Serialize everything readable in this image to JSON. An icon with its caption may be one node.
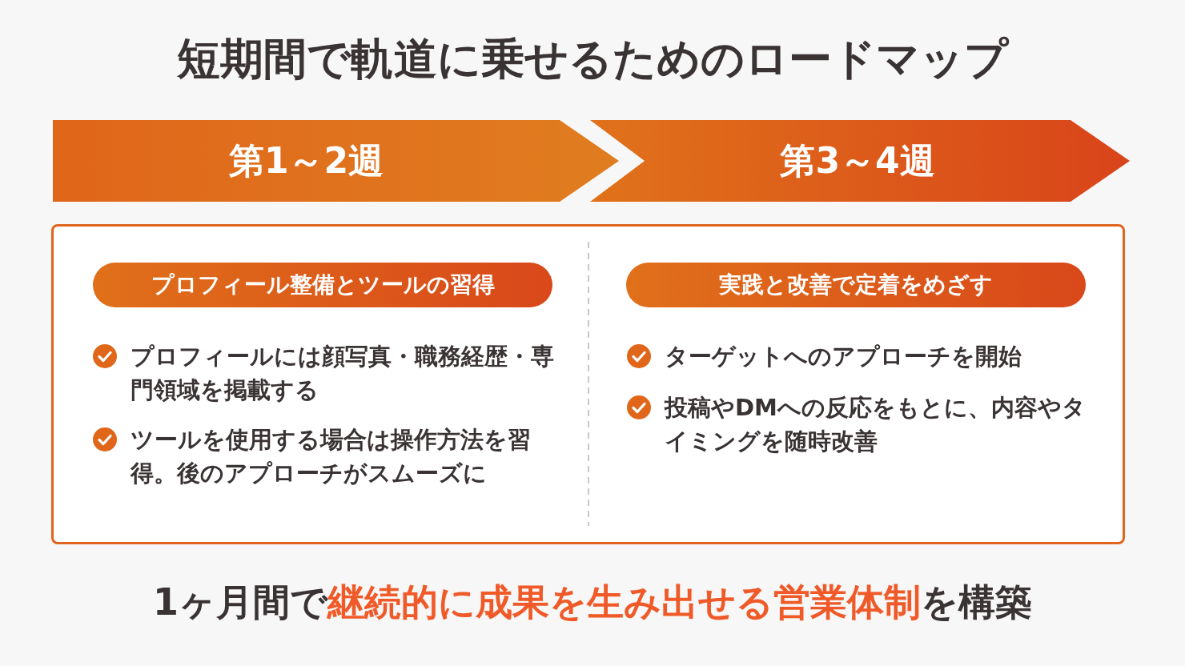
{
  "diagram": {
    "title": "短期間で軌道に乗せるためのロードマップ",
    "caption": "1ヶ月間で**継続的に成果を生み出せる営業体制**を構築",
    "nodes": [
      {
        "text": [
          "第1～2週"
        ]
      },
      {
        "text": [
          "第3～4週"
        ]
      },
      {
        "text": [],
        "shape": "box"
      },
      {
        "text": [
          "プロフィール整備とツールの習得"
        ],
        "in": 2
      },
      {
        "text": [
          "実践と改善で定着をめざす"
        ],
        "in": 2
      }
    ],
    "labels": [
      "プロフィールには顔写真・職務経歴・専門領域を掲載する",
      "ツールを使用する場合は操作方法を習得。後のアプローチがスムーズに",
      "ターゲットへのアプローチを開始",
      "投稿やDMへの反応をもとに、内容やタイミングを随時改善"
    ]
  }
}
